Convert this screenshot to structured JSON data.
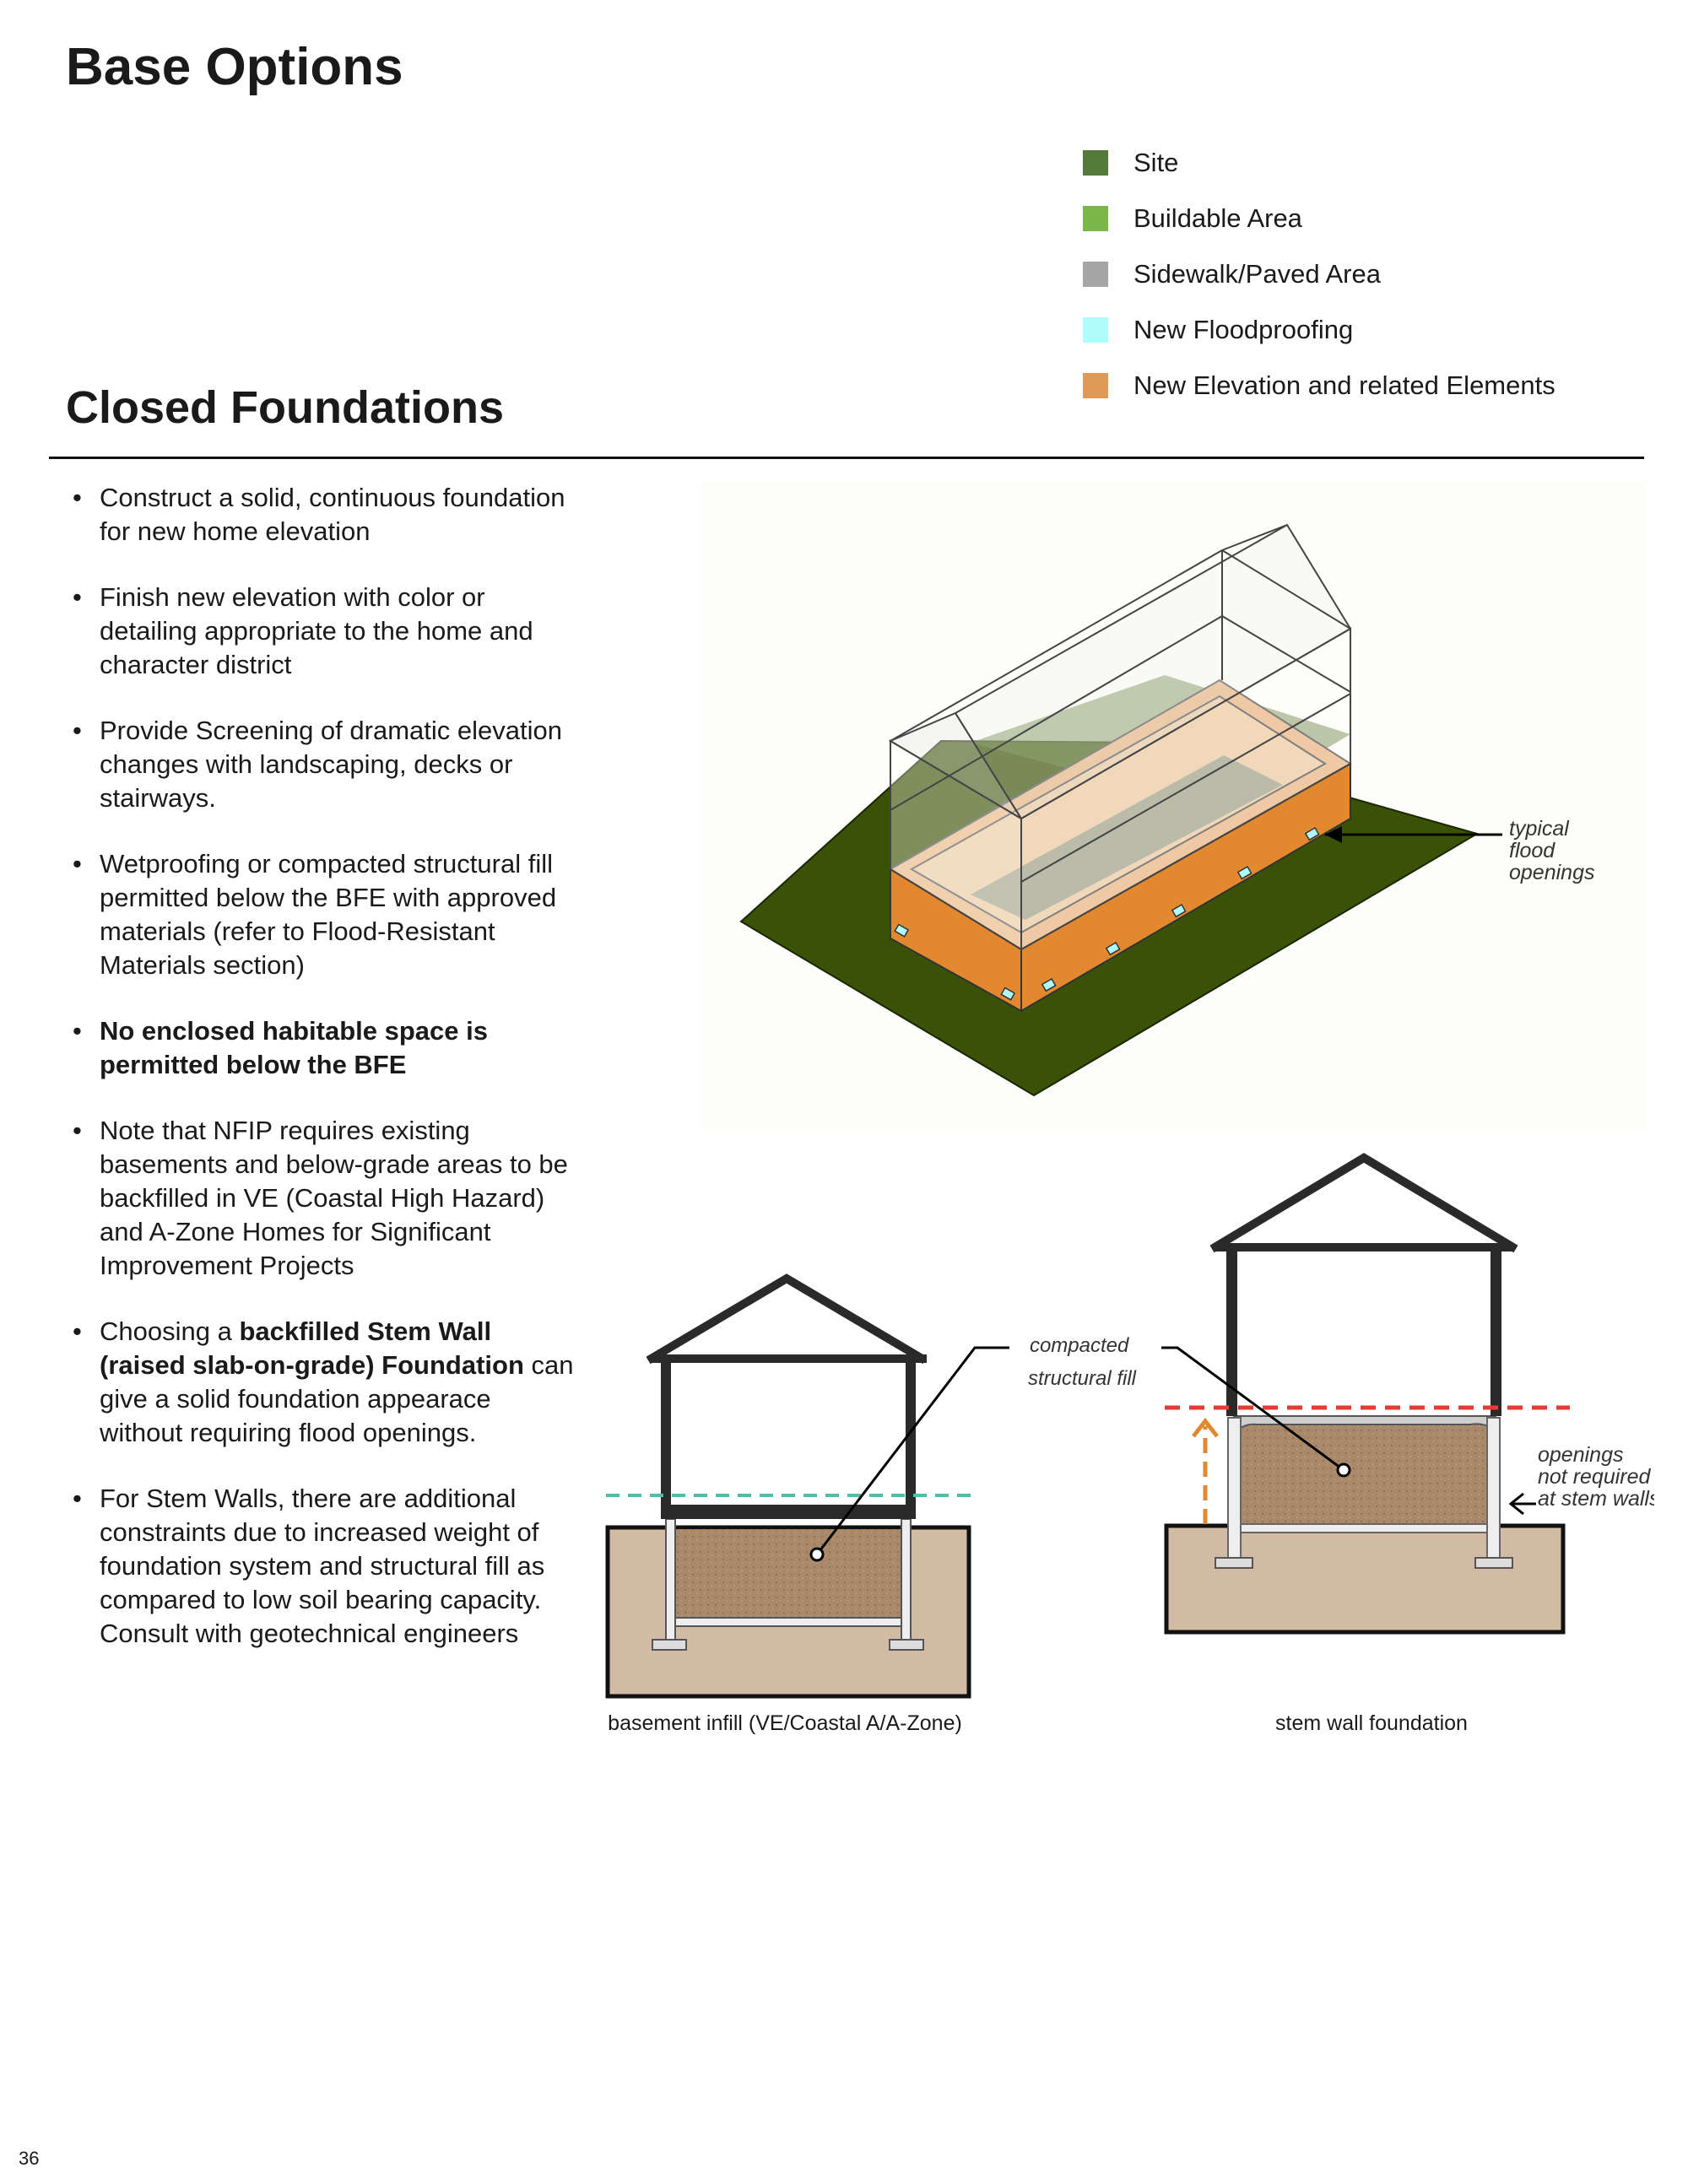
{
  "header": {
    "title": "Base Options",
    "section_title": "Closed Foundations"
  },
  "legend": [
    {
      "label": "Site",
      "color": "#537a38"
    },
    {
      "label": "Buildable Area",
      "color": "#7ab648"
    },
    {
      "label": "Sidewalk/Paved Area",
      "color": "#a6a6a6"
    },
    {
      "label": "New Floodproofing",
      "color": "#aefcfc"
    },
    {
      "label": "New Elevation and related Elements",
      "color": "#e09a58"
    }
  ],
  "bullets": [
    {
      "parts": [
        {
          "text": "Construct a solid, continuous foundation for new home elevation"
        }
      ]
    },
    {
      "parts": [
        {
          "text": "Finish new elevation with color or detailing appropriate to the home and character district"
        }
      ]
    },
    {
      "parts": [
        {
          "text": "Provide Screening of dramatic elevation changes with landscaping, decks or stairways."
        }
      ]
    },
    {
      "parts": [
        {
          "text": "Wetproofing  or compacted structural fill permitted below the BFE with approved materials (refer to Flood-Resistant Materials section)"
        }
      ]
    },
    {
      "parts": [
        {
          "text": "No enclosed habitable space is permitted below the BFE",
          "bold": true
        }
      ]
    },
    {
      "parts": [
        {
          "text": "Note that NFIP requires existing basements and below-grade areas to be backfilled in VE (Coastal High Hazard) and A-Zone Homes for Significant Improvement Projects"
        }
      ]
    },
    {
      "parts": [
        {
          "text": "Choosing a "
        },
        {
          "text": "backfilled Stem Wall (raised slab-on-grade) Foundation",
          "bold": true
        },
        {
          "text": " can give a solid foundation appearace without requiring flood openings."
        }
      ]
    },
    {
      "parts": [
        {
          "text": "For Stem Walls, there are additional constraints due to increased weight of foundation system and structural fill as compared to low soil bearing capacity. Consult with geotechnical engineers"
        }
      ]
    }
  ],
  "figure": {
    "iso_label": [
      "typical",
      "flood",
      "openings"
    ],
    "fill_label": [
      "compacted",
      "structural fill"
    ],
    "stem_label": [
      "openings",
      "not required",
      "at stem walls"
    ],
    "caption_left": "basement infill (VE/Coastal A/A-Zone)",
    "caption_right": "stem wall foundation",
    "colors": {
      "site": "#3a5206",
      "orange": "#e2892f",
      "teal": "#4fbfa8",
      "red": "#e43b32",
      "fill": "#a9896a",
      "ground": "#d2bba4"
    }
  },
  "page_number": "36"
}
